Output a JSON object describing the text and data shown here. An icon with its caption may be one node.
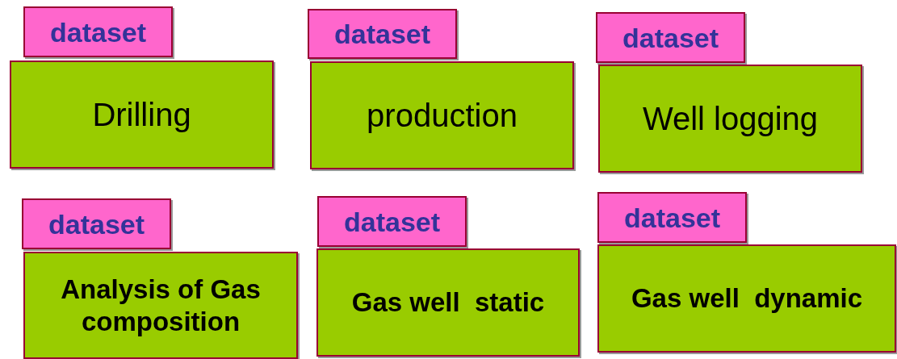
{
  "diagram": {
    "nodes": [
      {
        "text": [
          "dataset"
        ]
      },
      {
        "text": [
          "Drilling"
        ]
      },
      {
        "text": [
          "dataset"
        ]
      },
      {
        "text": [
          "production"
        ]
      },
      {
        "text": [
          "dataset"
        ]
      },
      {
        "text": [
          "Well logging"
        ]
      },
      {
        "text": [
          "dataset"
        ]
      },
      {
        "text": [
          "Analysis of Gas composition"
        ]
      },
      {
        "text": [
          "dataset"
        ]
      },
      {
        "text": [
          "Gas well  static"
        ]
      },
      {
        "text": [
          "dataset"
        ]
      },
      {
        "text": [
          "Gas well  dynamic"
        ]
      }
    ]
  }
}
